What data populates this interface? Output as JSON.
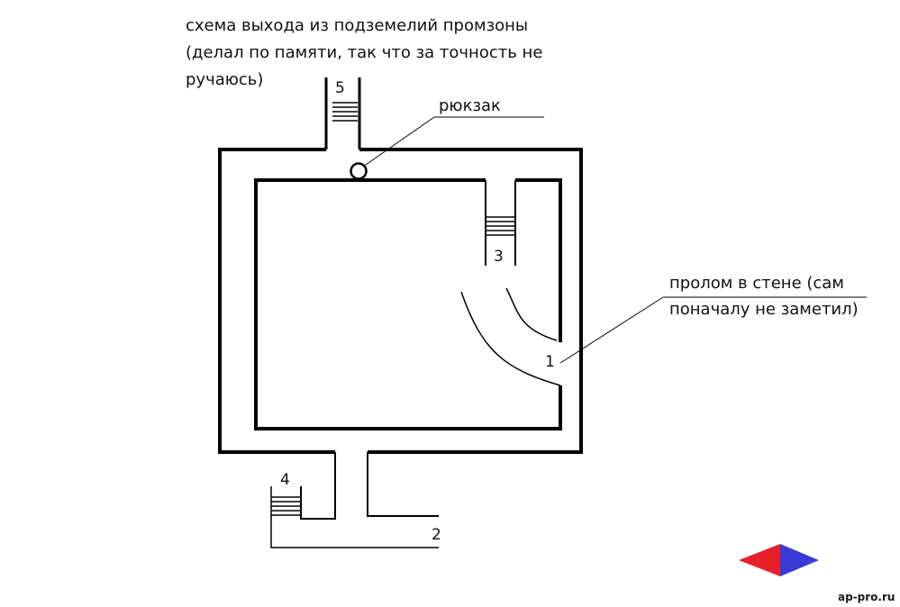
{
  "header": {
    "line1": "схема выхода из подземелий промзоны",
    "line2": "(делал по памяти, так что за точность не",
    "line3": "ручаюсь)"
  },
  "annotations": {
    "backpack": "рюкзак",
    "breach_line1": "пролом в стене (сам",
    "breach_line2": "поначалу не заметил)"
  },
  "exits": {
    "one": "1",
    "two": "2",
    "three": "3",
    "four": "4",
    "five": "5"
  },
  "logo": {
    "text": "ap-pro.ru",
    "left_color": "#e8202a",
    "right_color": "#3a3ad6"
  }
}
